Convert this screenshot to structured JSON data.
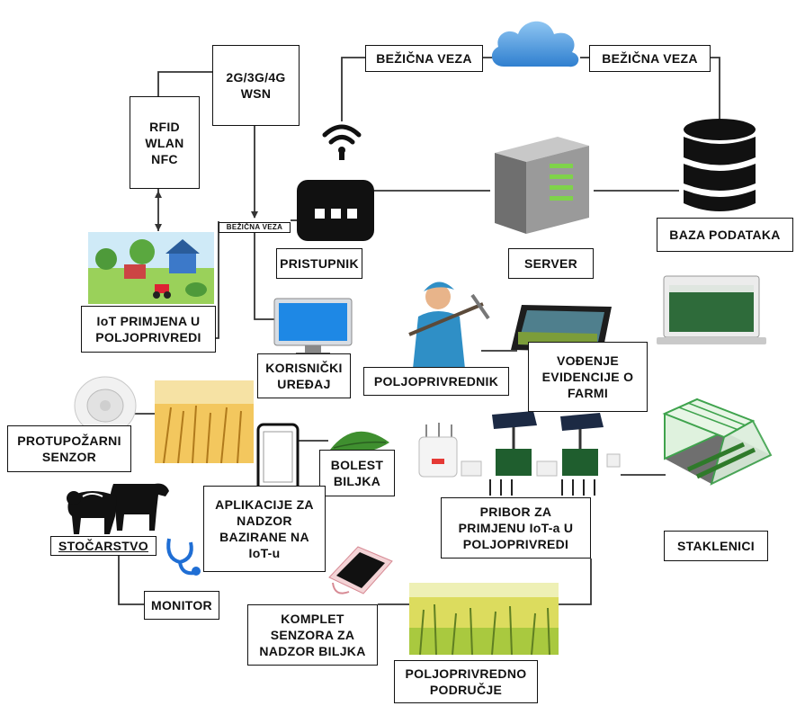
{
  "labels": {
    "wireless_left": "BEŽIČNA VEZA",
    "wireless_right": "BEŽIČNA VEZA",
    "networks_mobile": "2G/3G/4G\nWSN",
    "networks_short": "RFID\nWLAN\nNFC",
    "wireless_small": "BEŽIČNA VEZA",
    "gateway": "PRISTUPNIK",
    "server": "SERVER",
    "database": "BAZA PODATAKA",
    "iot_agriculture": "IoT PRIMJENA U\nPOLJOPRIVREDI",
    "user_device": "KORISNIČKI\nUREĐAJ",
    "farmer": "POLJOPRIVREDNIK",
    "farm_records": "VOĐENJE\nEVIDENCIJE O\nFARMI",
    "fire_sensor": "PROTUPOŽARNI\nSENZOR",
    "plant_disease": "BOLEST\nBILJKA",
    "monitoring_apps": "APLIKACIJE ZA\nNADZOR\nBAZIRANE NA\nIoT-u",
    "iot_equipment": "PRIBOR ZA\nPRIMJENU IoT-a U\nPOLJOPRIVREDI",
    "livestock": "STOČARSTVO",
    "greenhouses": "STAKLENICI",
    "monitor": "MONITOR",
    "sensor_kit": "KOMPLET\nSENZORA ZA\nNADZOR BILJKA",
    "farm_area": "POLJOPRIVREDNO\nPODRUČJE"
  },
  "icons": [
    "cloud-icon",
    "wifi-icon",
    "router-icon",
    "server-icon",
    "database-icon",
    "farm-scene-icon",
    "monitor-icon",
    "farmer-icon",
    "tablet-icon",
    "laptop-icon",
    "smoke-detector-icon",
    "wheat-field-icon",
    "smartphone-icon",
    "leaf-icon",
    "sensor-node-icon",
    "solar-sensor-icon",
    "greenhouse-icon",
    "livestock-icon",
    "stethoscope-icon",
    "sensor-pad-icon",
    "crop-field-icon"
  ],
  "colors": {
    "cloud": "#3a8fd6",
    "router": "#111111",
    "server": "#7a7a7a",
    "server_led": "#8bdc4a",
    "farmer": "#2f8fc6",
    "field": "#d9a52b",
    "crop": "#9bc53d",
    "greenhouse": "#3fa34d"
  }
}
